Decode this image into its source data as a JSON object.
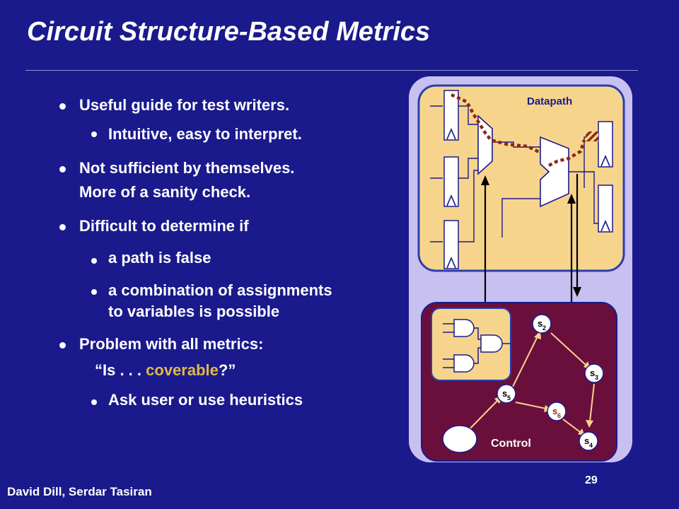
{
  "title": "Circuit Structure-Based Metrics",
  "bullets": {
    "b1": "Useful guide for test writers.",
    "b1a": "Intuitive, easy to interpret.",
    "b2_line1": "Not sufficient by themselves.",
    "b2_line2": "More of a sanity check.",
    "b3": "Difficult to determine if",
    "b3a": "a path is false",
    "b3b_line1": "a combination of assignments",
    "b3b_line2": "to variables is possible",
    "b4": "Problem with all metrics:",
    "quote_pre": "“Is . . . ",
    "quote_word": "coverable",
    "quote_post": "?”",
    "b4a": "Ask user or use heuristics"
  },
  "figure": {
    "datapath_label": "Datapath",
    "control_label": "Control",
    "states": {
      "s2": {
        "letter": "s",
        "index": "2"
      },
      "s3": {
        "letter": "s",
        "index": "3"
      },
      "s4": {
        "letter": "s",
        "index": "4"
      },
      "s5": {
        "letter": "s",
        "index": "5"
      },
      "s6": {
        "letter": "s",
        "index": "6"
      }
    }
  },
  "colors": {
    "background": "#1a1a8c",
    "accent": "#e0b84a",
    "panel": "#c8c0f0",
    "datapath": "#f7d48c",
    "control": "#6a0f3c",
    "path_highlight": "#8c2a14"
  },
  "footer": {
    "authors": "David Dill,  Serdar Tasiran",
    "page": "29"
  }
}
